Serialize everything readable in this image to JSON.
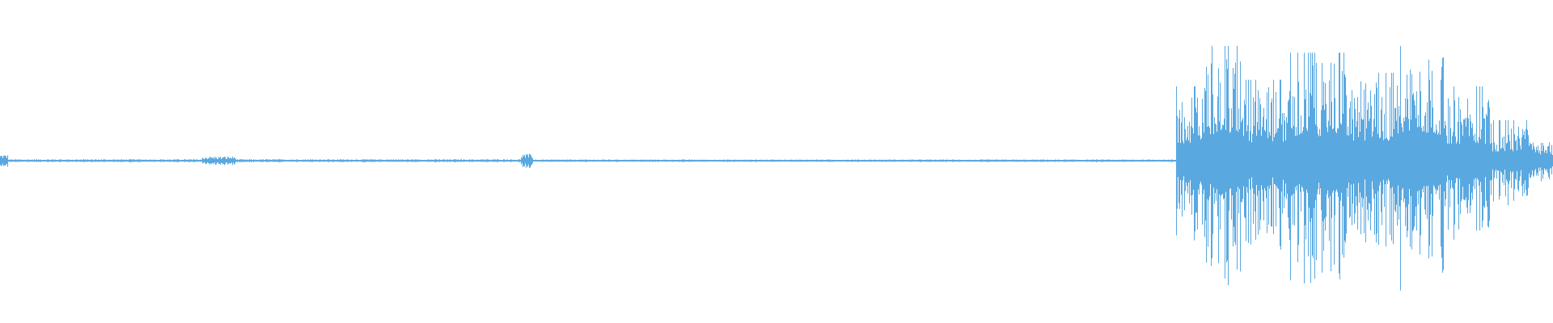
{
  "waveform": {
    "color": "#5aa8e0",
    "background": "#ffffff",
    "segments": [
      {
        "start": 0.0,
        "end": 0.005,
        "amplitude": 0.05
      },
      {
        "start": 0.005,
        "end": 0.13,
        "amplitude": 0.012
      },
      {
        "start": 0.13,
        "end": 0.152,
        "amplitude": 0.035
      },
      {
        "start": 0.152,
        "end": 0.335,
        "amplitude": 0.012
      },
      {
        "start": 0.335,
        "end": 0.343,
        "amplitude": 0.055
      },
      {
        "start": 0.343,
        "end": 0.757,
        "amplitude": 0.01
      },
      {
        "start": 0.757,
        "end": 0.775,
        "amplitude": 0.55
      },
      {
        "start": 0.775,
        "end": 0.8,
        "amplitude": 0.85
      },
      {
        "start": 0.8,
        "end": 0.83,
        "amplitude": 0.6
      },
      {
        "start": 0.83,
        "end": 0.87,
        "amplitude": 0.8
      },
      {
        "start": 0.87,
        "end": 0.9,
        "amplitude": 0.65
      },
      {
        "start": 0.9,
        "end": 0.93,
        "amplitude": 0.85
      },
      {
        "start": 0.93,
        "end": 0.96,
        "amplitude": 0.55
      },
      {
        "start": 0.96,
        "end": 0.985,
        "amplitude": 0.3
      },
      {
        "start": 0.985,
        "end": 1.0,
        "amplitude": 0.15
      }
    ]
  }
}
